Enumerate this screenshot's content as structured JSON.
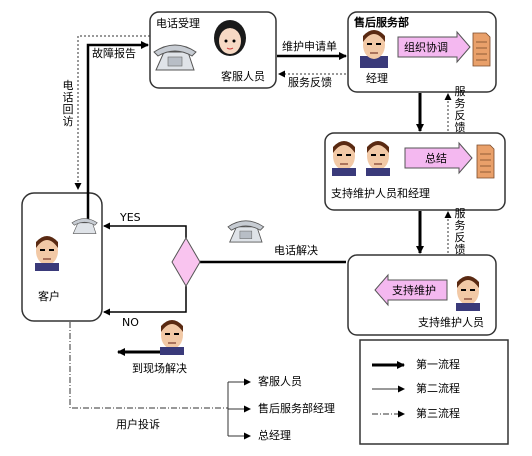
{
  "boxes": {
    "phone_accept": {
      "title": "电话受理",
      "person": "客服人员"
    },
    "aftersales": {
      "title": "售后服务部",
      "person": "经理",
      "action": "组织协调"
    },
    "support": {
      "person": "支持维护人员和经理",
      "action": "总结"
    },
    "onsite_support": {
      "person": "支持维护人员",
      "action": "支持维护"
    },
    "customer": {
      "label": "客户"
    }
  },
  "edges": {
    "fault_report": "故障报告",
    "phone_callback": "电话回访",
    "maintenance_request": "维护申请单",
    "service_feedback_1": "服务反馈",
    "service_feedback_2": "服务反馈",
    "service_feedback_3": "服务反馈",
    "phone_resolve": "电话解决",
    "yes": "YES",
    "no": "NO",
    "onsite_resolve": "到现场解决",
    "user_complaint": "用户投诉"
  },
  "complaint_targets": [
    "客服人员",
    "售后服务部经理",
    "总经理"
  ],
  "legend": {
    "items": [
      "第一流程",
      "第二流程",
      "第三流程"
    ]
  },
  "colors": {
    "pink": "#f4b8f0",
    "diamond": "#f9c4ef",
    "doc": "#e9a06a",
    "skin": "#f2c9a6",
    "hair": "#5a2a12"
  }
}
